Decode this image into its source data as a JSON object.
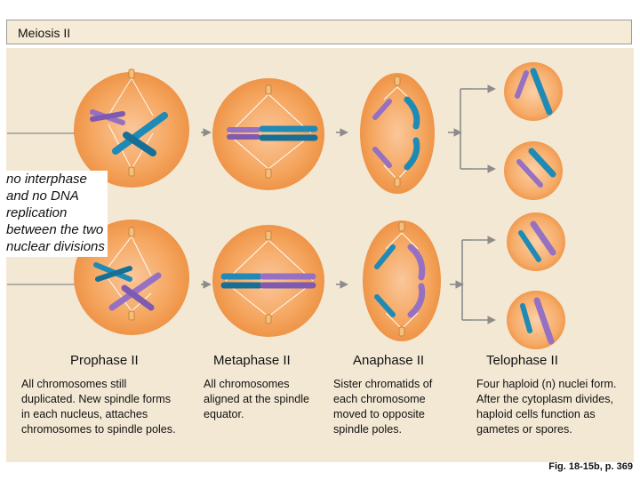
{
  "title": "Meiosis II",
  "note": "no interphase and no DNA replication between the two nuclear divisions",
  "stages": [
    {
      "name": "Prophase II",
      "description": "All chromosomes still duplicated. New spindle forms in each nucleus, attaches chromosomes to spindle poles."
    },
    {
      "name": "Metaphase II",
      "description": "All chromosomes aligned at the spindle equator."
    },
    {
      "name": "Anaphase II",
      "description": "Sister chromatids of each chromosome moved to opposite spindle poles."
    },
    {
      "name": "Telophase II",
      "description": "Four haploid (n) nuclei form. After the cytoplasm divides, haploid cells function as gametes or spores."
    }
  ],
  "caption": "Fig. 18-15b, p. 369",
  "colors": {
    "cell": "#f5a25a",
    "purple_chromosome": "#9670c2",
    "blue_chromosome": "#1f8ab5",
    "arrow": "#9a9a9a",
    "centrosome": "#e89a40"
  }
}
